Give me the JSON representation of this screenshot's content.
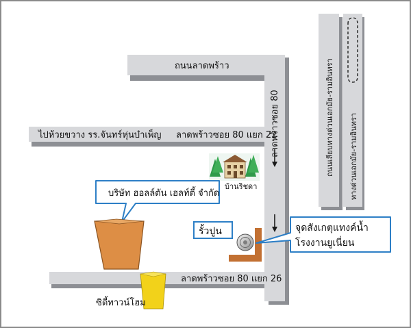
{
  "colors": {
    "road_fill": "#d7d8db",
    "road_shadow": "#8d8f94",
    "building_orange": "#dd8e45",
    "building_orange_stroke": "#8a5321",
    "building_yellow": "#f2d21a",
    "fence_brown": "#c27032",
    "callout_stroke": "#2d7fc6",
    "frame": "#8a8a8a"
  },
  "roads": {
    "ladprao_road": "ถนนลาดพร้าว",
    "ladprao_soi80_vertical": "ลาดพร้าวซอย 80",
    "ladprao_soi80_yaek22": "ลาดพร้าวซอย  80  แยก 22",
    "ladprao_soi80_yaek26": "ลาดพร้าวซอย  80  แยก 26",
    "to_huai_khwang": "ไปห้วยขวาง  รร.จันทร์หุ่นบำเพ็ญ",
    "expressway_label": "ถนนเลียบทางด่วนเอกมัย-รามอินทรา",
    "expressway_label_2": "ทางด่วนเอกมัย-รามอินทรา"
  },
  "places": {
    "company_callout": "บริษัท ฮอลล์ตัน เฮลท์ตี้ จำกัด",
    "baan_richada": "บ้านริชดา",
    "fence": "รั้วปูน",
    "water_tank_line1": "จุดสังเกตุแทงค์น้ำ",
    "water_tank_line2": "โรงงานยูเนี่ยน",
    "city_townhome": "ซิตี้ทาวน์โฮม"
  },
  "icons": {
    "direction_arrows": "down-arrow-icon",
    "water_tank": "water-tank-icon",
    "houses": "house-with-trees-icon"
  }
}
